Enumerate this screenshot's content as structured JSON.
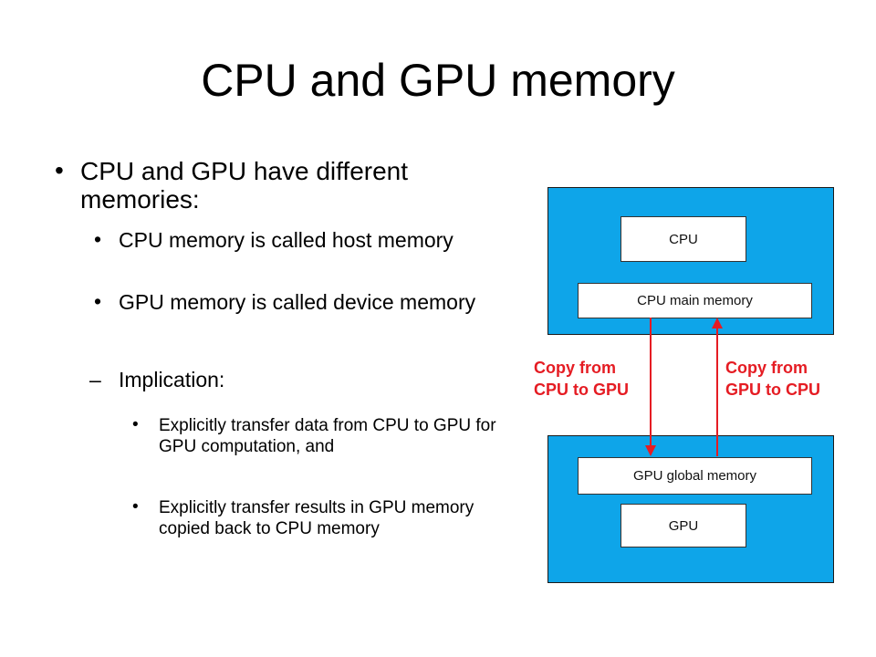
{
  "slide": {
    "title": "CPU and GPU memory",
    "bullets": {
      "main": "CPU and GPU have different memories:",
      "sub1": "CPU memory is called host memory",
      "sub2": "GPU memory is called device memory",
      "dash": "Implication:",
      "detail1": "Explicitly transfer data from CPU to GPU for GPU computation, and",
      "detail2": "Explicitly transfer results in GPU memory copied back to CPU memory",
      "bullet_glyph": "•",
      "dash_glyph": "–"
    }
  },
  "diagram": {
    "cpu_label": "CPU",
    "cpu_memory_label": "CPU main memory",
    "gpu_memory_label": "GPU global memory",
    "gpu_label": "GPU",
    "copy_down_label": "Copy from CPU to GPU",
    "copy_up_label": "Copy from GPU to CPU",
    "colors": {
      "box_fill": "#0ea5e9",
      "arrow": "#e51c23",
      "label": "#e51c23"
    }
  }
}
